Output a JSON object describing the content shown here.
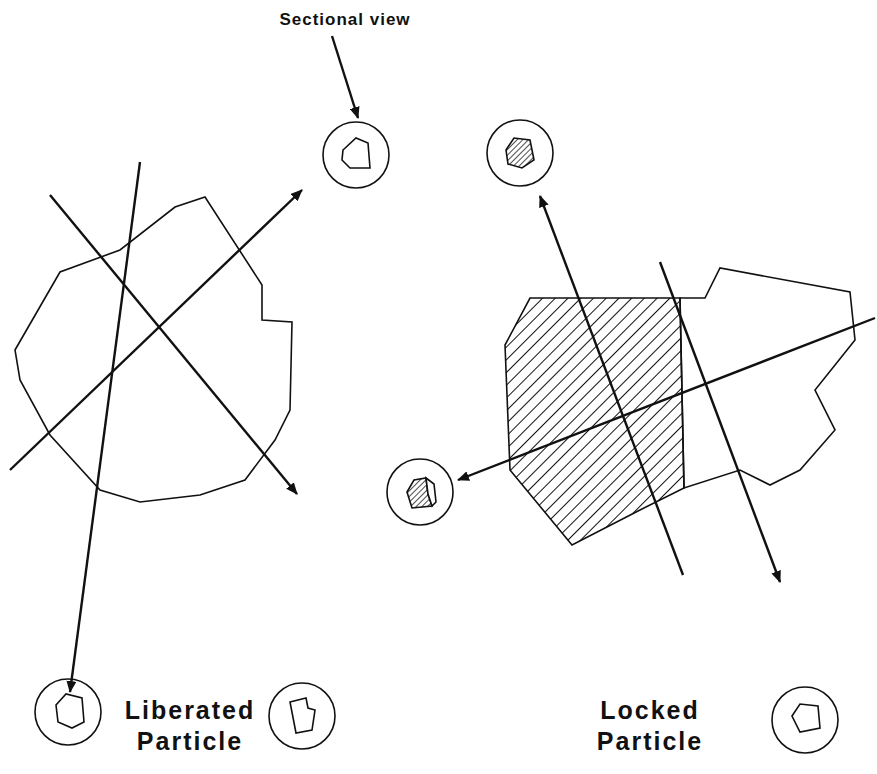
{
  "diagram": {
    "labels": [
      "Sectional view",
      "Liberated Particle",
      "Locked Particle"
    ]
  }
}
